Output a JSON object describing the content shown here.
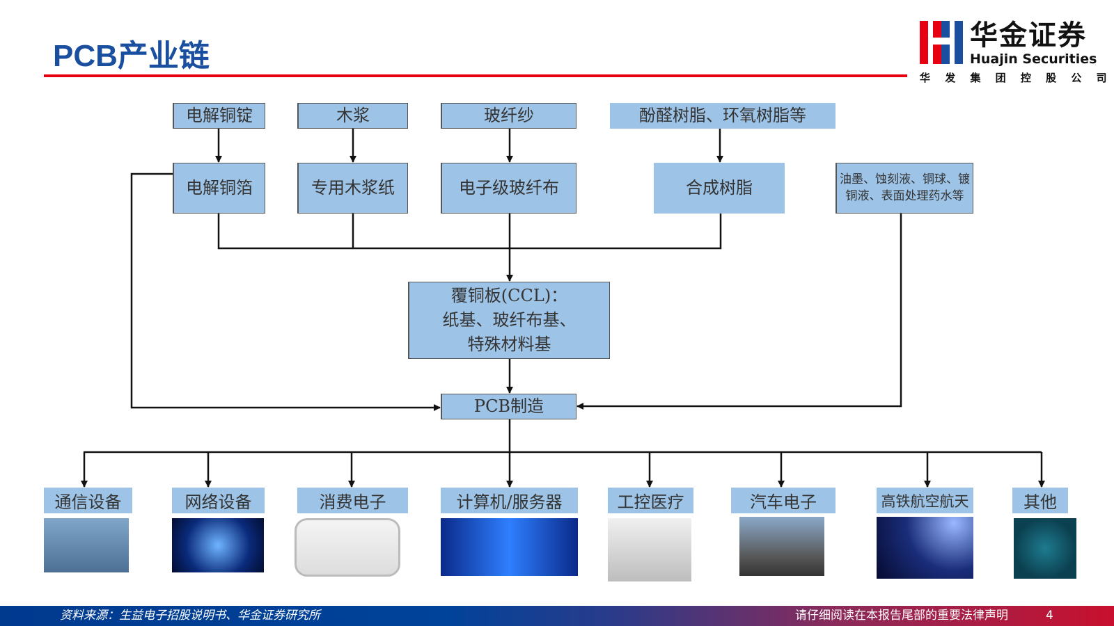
{
  "header": {
    "title": "PCB产业链",
    "logo": {
      "cn": "华金证券",
      "en": "Huajin Securities",
      "group": "华 发 集 团 控 股 公 司"
    }
  },
  "raw_materials": [
    "电解铜锭",
    "木浆",
    "玻纤纱",
    "酚醛树脂、环氧树脂等"
  ],
  "intermediates": [
    "电解铜箔",
    "专用木浆纸",
    "电子级玻纤布",
    "合成树脂",
    "油墨、蚀刻液、铜球、镀铜液、表面处理药水等"
  ],
  "ccl": {
    "line1": "覆铜板(CCL)：",
    "line2": "纸基、玻纤布基、",
    "line3": "特殊材料基"
  },
  "pcb": "PCB制造",
  "applications": [
    "通信设备",
    "网络设备",
    "消费电子",
    "计算机/服务器",
    "工控医疗",
    "汽车电子",
    "高铁航空航天",
    "其他"
  ],
  "footer": {
    "source": "资料来源：生益电子招股说明书、华金证券研究所",
    "disclaimer": "请仔细阅读在本报告尾部的重要法律声明",
    "page": "4"
  },
  "colors": {
    "box": "#9dc3e6",
    "title": "#1a4e9e",
    "accent_red": "#e60012"
  }
}
